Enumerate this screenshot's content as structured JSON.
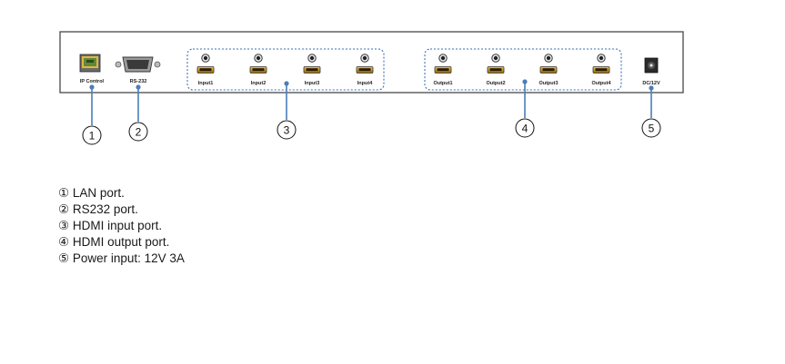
{
  "device": {
    "ports": {
      "lan": "IP Control",
      "rs232": "RS-232",
      "inputs": [
        "Input1",
        "Input2",
        "Input3",
        "Input4"
      ],
      "outputs": [
        "Output1",
        "Output2",
        "Output3",
        "Output4"
      ],
      "power": "DC/12V"
    },
    "callouts": [
      "1",
      "2",
      "3",
      "4",
      "5"
    ]
  },
  "legend": [
    "① LAN port.",
    "② RS232 port.",
    "③ HDMI input port.",
    "④ HDMI output port.",
    "⑤ Power input: 12V 3A"
  ],
  "colors": {
    "panel_stroke": "#555555",
    "group_border": "#3a6fb5",
    "leader": "#4a7fb8",
    "hdmi_gold": "#c99a20",
    "lan_green": "#5e8a3a"
  }
}
